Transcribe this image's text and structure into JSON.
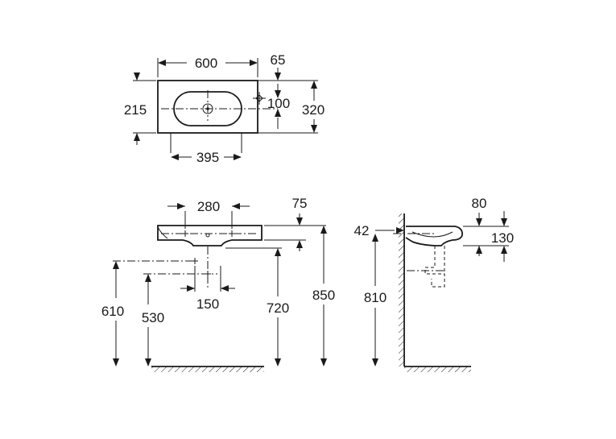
{
  "top_view": {
    "width": "600",
    "right_offset": "65",
    "depth": "320",
    "side_depth": "215",
    "tap_offset": "100",
    "bowl_width": "395"
  },
  "front_view": {
    "tap_spacing": "280",
    "basin_height_gap": "75",
    "total_height": "850",
    "rim_height": "720",
    "waste_spacing": "150",
    "supply_height": "610",
    "waste_height": "530"
  },
  "side_view": {
    "rim_thickness": "42",
    "projection": "80",
    "drop": "130",
    "mount_height": "810"
  }
}
